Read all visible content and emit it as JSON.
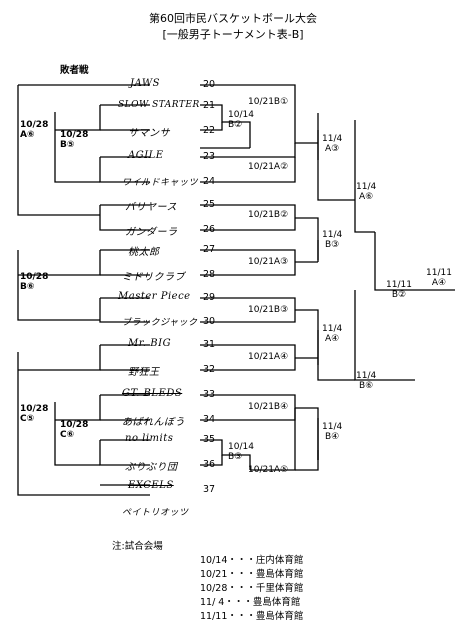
{
  "title_line1": "第60回市民バスケットボール大会",
  "title_line2": "[一般男子トーナメント表-B]",
  "consolation_label": "敗者戦",
  "teams": [
    {
      "no": "20",
      "name": "JAWS"
    },
    {
      "no": "21",
      "name": "SLOW STARTER"
    },
    {
      "no": "22",
      "name": "サマンサ"
    },
    {
      "no": "23",
      "name": "AGILE"
    },
    {
      "no": "24",
      "name": "ワイルドキャッツ"
    },
    {
      "no": "25",
      "name": "バリヤース"
    },
    {
      "no": "26",
      "name": "ガンダーラ"
    },
    {
      "no": "27",
      "name": "桃太郎"
    },
    {
      "no": "28",
      "name": "ミドリクラブ"
    },
    {
      "no": "29",
      "name": "Master Piece"
    },
    {
      "no": "30",
      "name": "ブラックジャック"
    },
    {
      "no": "31",
      "name": "Mr. BIG"
    },
    {
      "no": "32",
      "name": "野狂王"
    },
    {
      "no": "33",
      "name": "GT. BLEDS"
    },
    {
      "no": "34",
      "name": "あばれんぼう"
    },
    {
      "no": "35",
      "name": "no limits"
    },
    {
      "no": "36",
      "name": "ぶりぶり団"
    },
    {
      "no": "37",
      "name": "EXCELS"
    },
    {
      "no": "",
      "name": "ペイトリオッツ"
    }
  ],
  "results": {
    "r1_21_22": "10/14\nB②",
    "r_2021": "10/21B①",
    "r_2324": "10/21A②",
    "r_2526": "10/21B②",
    "r_2728": "10/21A③",
    "r_2930": "10/21B③",
    "r_3132": "10/21A④",
    "r_3334": "10/21B④",
    "r1_35_36": "10/14\nB③",
    "r_3536": "10/21A⑤",
    "q1": "11/4\nA③",
    "q2": "11/4\nB③",
    "q3": "11/4\nA④",
    "q4": "11/4\nB④",
    "s1": "11/4\nA⑥",
    "s2": "11/4\nB⑥",
    "final_semi": "11/11\nB②",
    "final": "11/11\nA④"
  },
  "consolation": {
    "c1": "10/28\nA⑥",
    "c2": "10/28\nB⑤",
    "c3": "10/28\nB⑥",
    "c4": "10/28\nC⑤",
    "c5": "10/28\nC⑥"
  },
  "note_title": "注:試合会場",
  "venues": [
    "10/14・・・庄内体育館",
    "10/21・・・豊島体育館",
    "10/28・・・千里体育館",
    "11/ 4・・・豊島体育館",
    "11/11・・・豊島体育館"
  ]
}
